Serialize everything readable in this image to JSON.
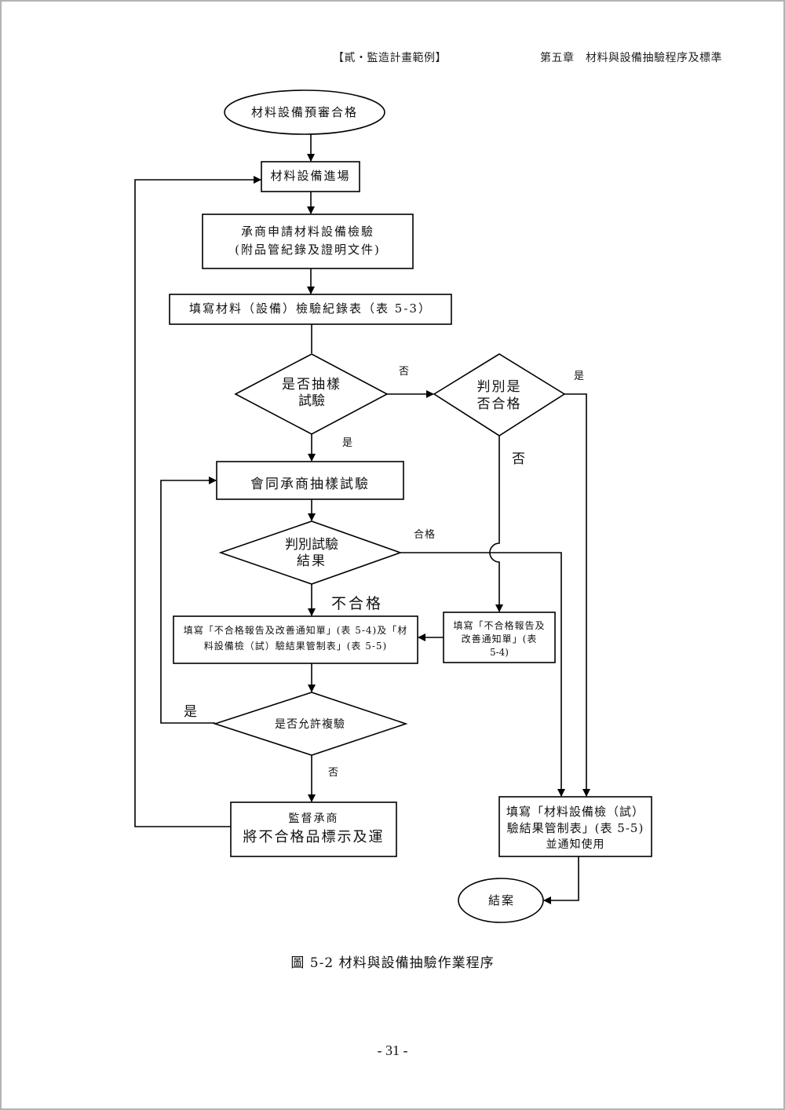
{
  "header": {
    "section": "【貳・監造計畫範例】",
    "chapter": "第五章　材料與設備抽驗程序及標準"
  },
  "flowchart": {
    "nodes": {
      "start": "材料設備預審合格",
      "arrival": "材料設備進場",
      "apply_line1": "承商申請材料設備檢驗",
      "apply_line2": "(附品管紀錄及證明文件)",
      "fill_record": "填寫材料（設備）檢驗紀錄表（表 5-3）",
      "sample_decision_line1": "是否抽樣",
      "sample_decision_line2": "試驗",
      "qualify_decision_line1": "判別是",
      "qualify_decision_line2": "否合格",
      "joint_test": "會同承商抽樣試驗",
      "result_decision_line1": "判別試驗",
      "result_decision_line2": "結果",
      "fail_report_line1": "填寫「不合格報告及改善通知單」(表 5-4)及「材",
      "fail_report_line2": "料設備檢（試）驗結果管制表」(表 5-5)",
      "fail_notice_line1": "填寫「不合格報告及",
      "fail_notice_line2": "改善通知單」(表",
      "fail_notice_line3": "5-4)",
      "retest_decision": "是否允許複驗",
      "supervise_line1": "監督承商",
      "supervise_line2": "將不合格品標示及運",
      "control_table_line1": "填寫「材料設備檢（試）",
      "control_table_line2": "驗結果管制表」(表 5-5)",
      "control_table_line3": "並通知使用",
      "end": "結案"
    },
    "edge_labels": {
      "sample_no": "否",
      "sample_yes": "是",
      "qualify_yes": "是",
      "qualify_no": "否",
      "result_pass": "合格",
      "result_fail": "不合格",
      "retest_yes": "是",
      "retest_no": "否"
    }
  },
  "caption": "圖 5-2 材料與設備抽驗作業程序",
  "page_number": "- 31 -"
}
